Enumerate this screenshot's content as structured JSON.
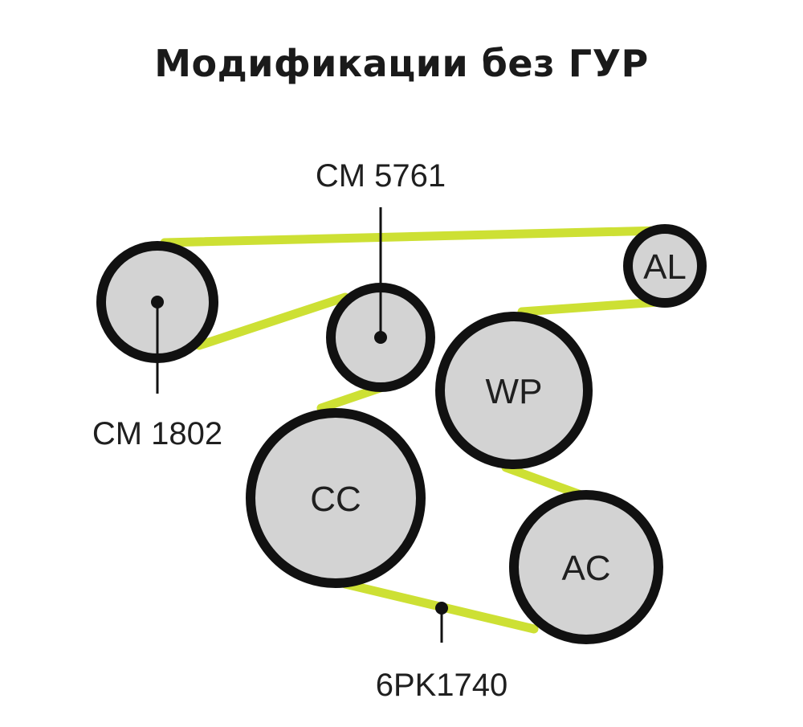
{
  "title": "Модификации без ГУР",
  "colors": {
    "belt": "#cde034",
    "pulley_fill": "#d3d3d3",
    "pulley_stroke": "#111111",
    "text": "#1f1f1f"
  },
  "pulleys": {
    "tensioner_1": {
      "label": ""
    },
    "tensioner_2": {
      "label": ""
    },
    "alternator": {
      "label": "AL"
    },
    "water_pump": {
      "label": "WP"
    },
    "crankshaft": {
      "label": "CC"
    },
    "ac_compressor": {
      "label": "AC"
    }
  },
  "callouts": {
    "cm5761": "CM 5761",
    "cm1802": "CM 1802",
    "belt": "6PK1740"
  }
}
